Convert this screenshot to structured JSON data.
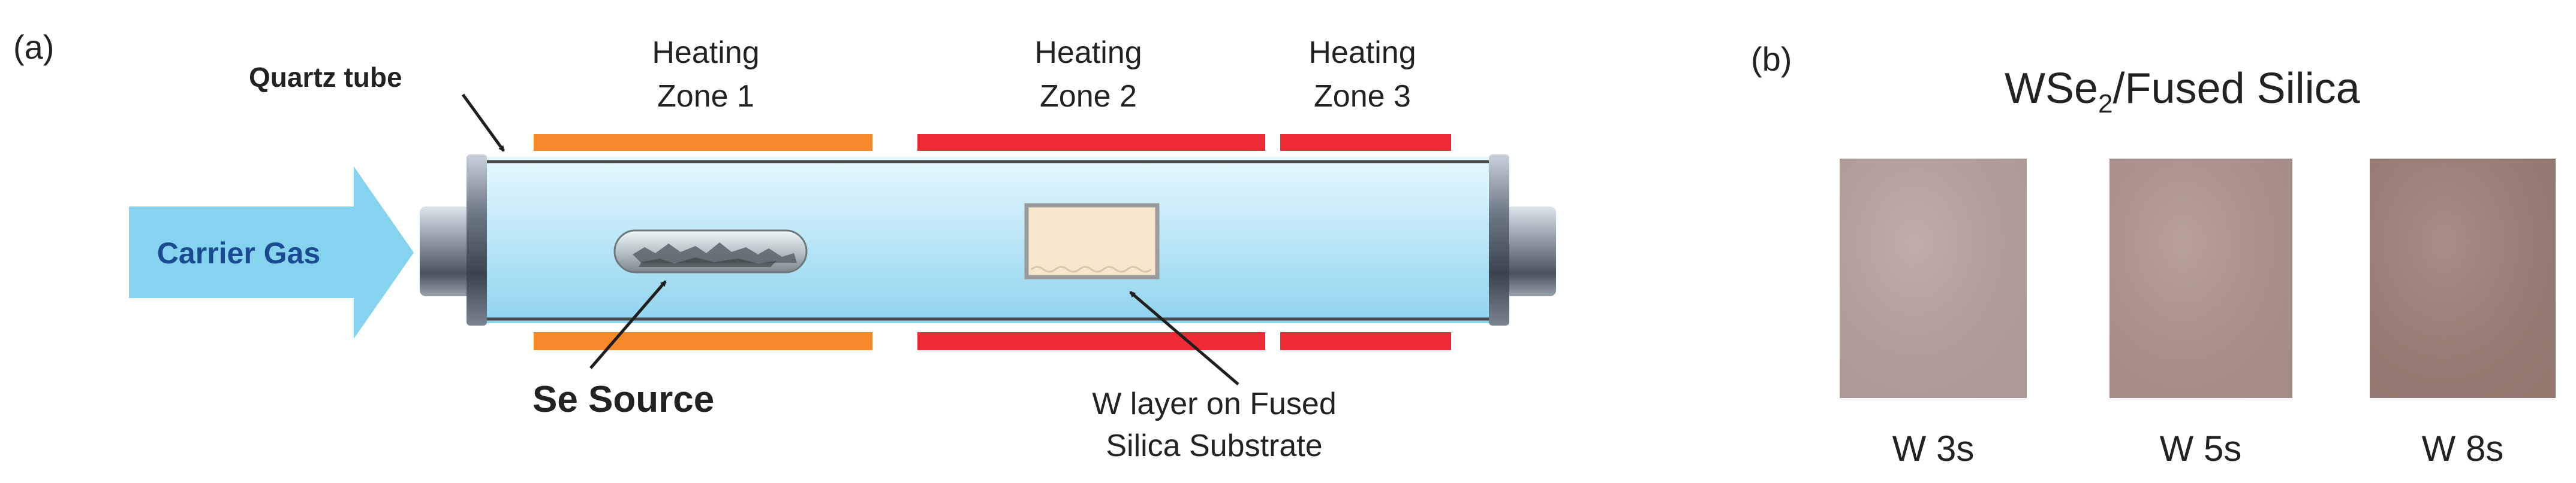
{
  "panel_a": {
    "label": "(a)",
    "quartz_tube_label": "Quartz tube",
    "zone1_line1": "Heating",
    "zone1_line2": "Zone 1",
    "zone2_line1": "Heating",
    "zone2_line2": "Zone 2",
    "zone3_line1": "Heating",
    "zone3_line2": "Zone 3",
    "carrier_gas_label": "Carrier Gas",
    "se_source_label": "Se Source",
    "w_layer_line1": "W layer on Fused",
    "w_layer_line2": "Silica Substrate"
  },
  "panel_b": {
    "label": "(b)",
    "title_prefix": "WSe",
    "title_subscript": "2",
    "title_suffix": "/Fused Silica",
    "samples": [
      {
        "label": "W 3s",
        "color": "#b8a29d"
      },
      {
        "label": "W 5s",
        "color": "#ae958e"
      },
      {
        "label": "W 8s",
        "color": "#9d7e76"
      }
    ]
  },
  "colors": {
    "zone1": "#f7892a",
    "zone2": "#ee2a35",
    "zone3": "#ee2a35",
    "tube_fill": "#bfe8f7",
    "carrier_arrow": "#86d3f0",
    "carrier_text": "#1a4a8f"
  }
}
